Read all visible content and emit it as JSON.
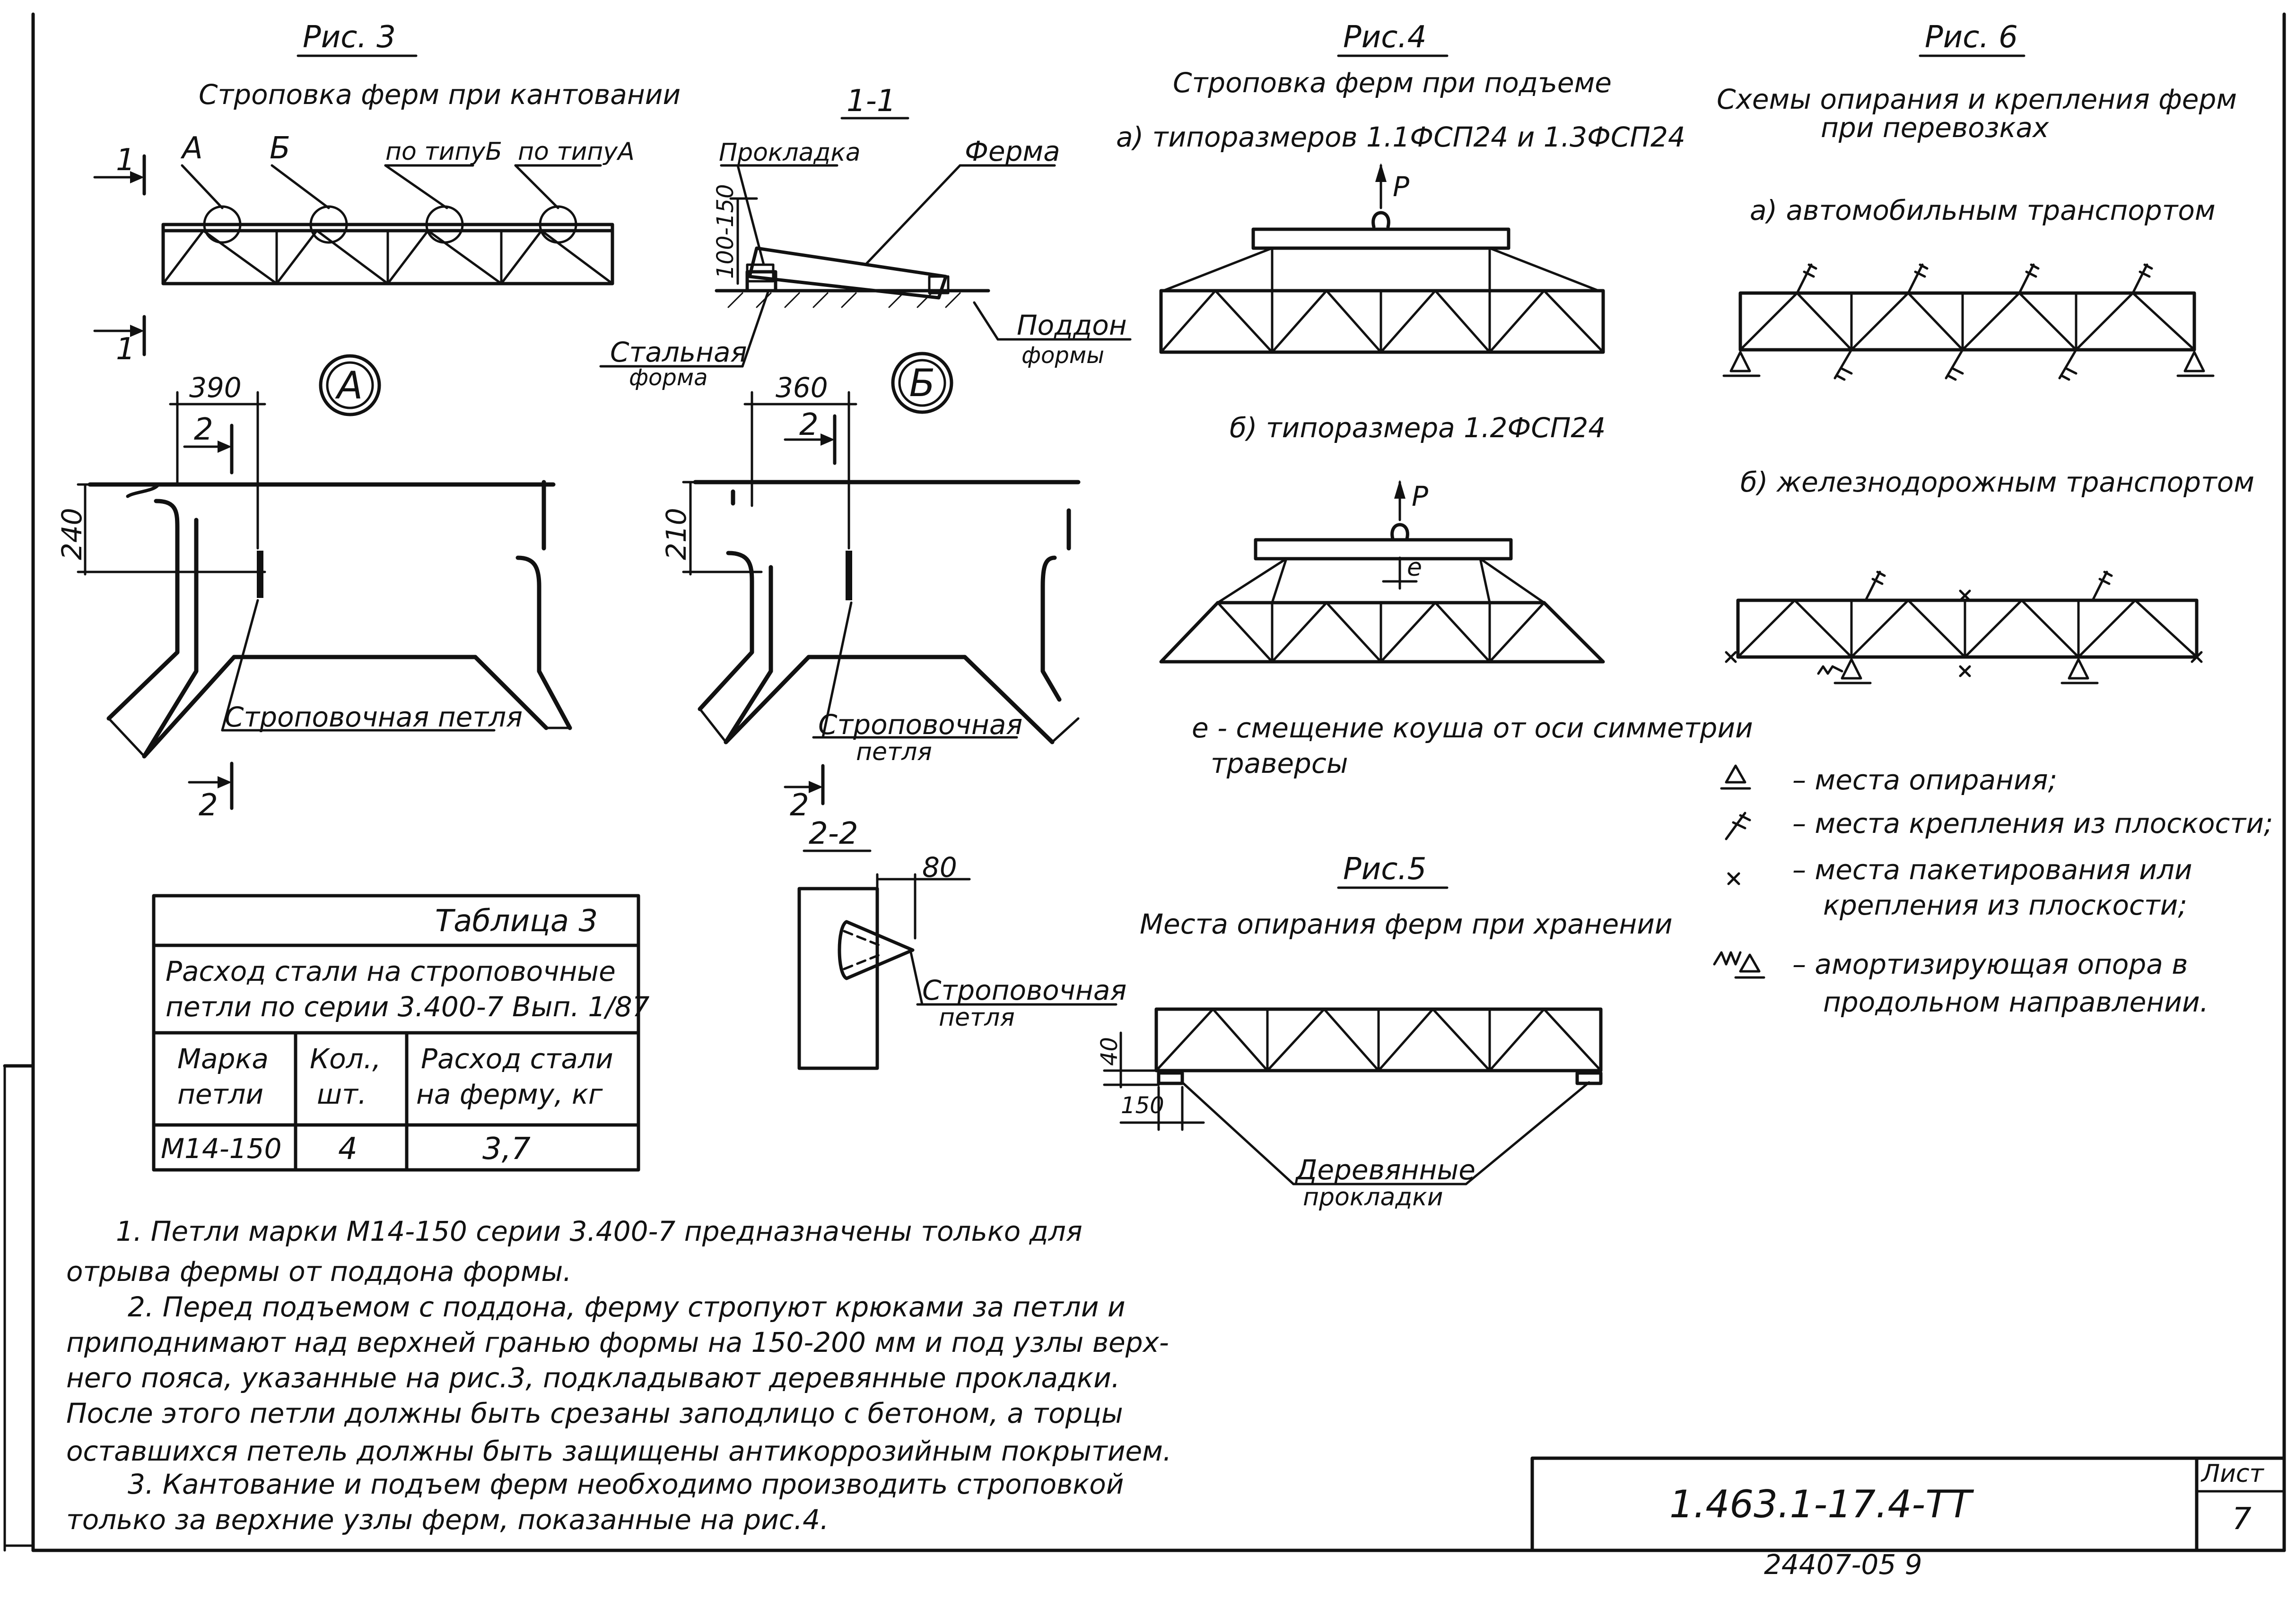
{
  "fig3": {
    "title": "Рис. 3",
    "subtitle": "Строповка ферм при кантовании",
    "marker_a": "А",
    "marker_b": "Б",
    "by_type_b": "по типуБ",
    "by_type_a": "по типуА",
    "cut_mark": "1",
    "detail_a": {
      "circle": "А",
      "dim_top": "390",
      "dim_side": "240",
      "cut": "2",
      "label": "Строповочная петля"
    },
    "detail_b": {
      "circle": "Б",
      "dim_top": "360",
      "dim_side": "210",
      "cut": "2",
      "label_1": "Строповочная",
      "label_2": "петля"
    }
  },
  "section_1_1": {
    "title": "1-1",
    "pad_label": "Прокладка",
    "truss_label": "Ферма",
    "dim": "100-150",
    "steel_form_1": "Стальная",
    "steel_form_2": "форма",
    "pallet_1": "Поддон",
    "pallet_2": "формы"
  },
  "section_2_2": {
    "title": "2-2",
    "dim": "80",
    "label_1": "Строповочная",
    "label_2": "петля"
  },
  "fig4": {
    "title": "Рис.4",
    "subtitle": "Строповка ферм при подъеме",
    "case_a": "а) типоразмеров 1.1ФСП24 и 1.3ФСП24",
    "case_b": "б) типоразмера 1.2ФСП24",
    "force": "P",
    "offset": "e",
    "note_1": "е - смещение коуша от оси симметрии",
    "note_2": "траверсы"
  },
  "fig5": {
    "title": "Рис.5",
    "subtitle": "Места опирания ферм при хранении",
    "dim_h": "40",
    "dim_w": "150",
    "label_1": "Деревянные",
    "label_2": "прокладки"
  },
  "fig6": {
    "title": "Рис. 6",
    "subtitle_1": "Схемы опирания и крепления ферм",
    "subtitle_2": "при перевозках",
    "case_a": "а) автомобильным транспортом",
    "case_b": "б) железнодорожным транспортом",
    "legend": [
      "– места опирания;",
      "– места крепления из плоскости;",
      "– места пакетирования или",
      "крепления из плоскости;",
      "– амортизирующая опора в",
      "продольном направлении."
    ]
  },
  "table3": {
    "caption": "Таблица 3",
    "heading_1": "Расход стали на строповочные",
    "heading_2": "петли по серии 3.400-7 Вып. 1/87",
    "col1_1": "Марка",
    "col1_2": "петли",
    "col2_1": "Кол.,",
    "col2_2": "шт.",
    "col3_1": "Расход стали",
    "col3_2": "на ферму, кг",
    "row": {
      "mark": "М14-150",
      "qty": "4",
      "steel": "3,7"
    }
  },
  "notes": [
    "1.   Петли марки М14-150 серии 3.400-7 предназначены только для",
    "отрыва фермы от поддона формы.",
    "2. Перед подъемом с поддона, ферму стропуют крюками за петли и",
    "приподнимают над верхней гранью формы на 150-200 мм и под узлы верх-",
    "него пояса, указанные на рис.3, подкладывают деревянные прокладки.",
    "После этого петли должны быть срезаны заподлицо с бетоном, а торцы",
    "оставшихся петель должны быть защищены антикоррозийным покрытием.",
    "3. Кантование и подъем ферм необходимо производить строповкой",
    "только  за верхние узлы ферм, показанные  на рис.4."
  ],
  "title_block": {
    "doc_code": "1.463.1-17.4-ТТ",
    "sheet_label": "Лист",
    "sheet_no": "7",
    "archive_no": "24407-05   9"
  }
}
